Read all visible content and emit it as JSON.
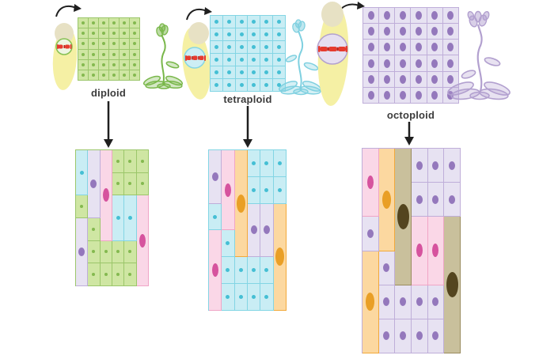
{
  "palette": {
    "green": {
      "fill": "#cfe6a3",
      "border": "#9bc66a",
      "nucleus": "#84b94f",
      "nucleus_size": [
        4,
        4
      ]
    },
    "blue": {
      "fill": "#c9edf4",
      "border": "#83d5e4",
      "nucleus": "#45bfd4",
      "nucleus_size": [
        5,
        5
      ]
    },
    "lavender": {
      "fill": "#e7e2f2",
      "border": "#bfaed9",
      "nucleus": "#9478bc",
      "nucleus_size": [
        8,
        11
      ]
    },
    "pink": {
      "fill": "#fad7e7",
      "border": "#f0a5c6",
      "nucleus": "#d6539e",
      "nucleus_size": [
        8,
        17
      ]
    },
    "orange": {
      "fill": "#fcd8a0",
      "border": "#f2a93b",
      "nucleus": "#e99f26",
      "nucleus_size": [
        11,
        23
      ]
    },
    "khaki": {
      "fill": "#c9c09c",
      "border": "#9a8c60",
      "nucleus": "#54451f",
      "nucleus_size": [
        15,
        32
      ]
    },
    "chromosome": "#e63b2e",
    "chromosome_dark": "#b3261e",
    "cell_body": "#f5f0a4",
    "cell_body_top": "#e7e1c4",
    "arrow": "#1f1f1f",
    "label_color": "#3c3c3c"
  },
  "panels": [
    {
      "label": "diploid",
      "base_color": "green",
      "plant_color": "#79b74a",
      "nucleus_circle_fill": "#eef5e2",
      "nucleus_circle_stroke": "#86c054",
      "tissue_grid": {
        "rows": 6,
        "cols": 6
      },
      "mosaic": {
        "rows": 6,
        "cols": 6,
        "cells": [
          {
            "col": 1,
            "row": 1,
            "rowspan": 2,
            "color": "blue"
          },
          {
            "col": 1,
            "row": 3,
            "rowspan": 1,
            "color": "green"
          },
          {
            "col": 1,
            "row": 4,
            "rowspan": 3,
            "color": "lavender"
          },
          {
            "col": 2,
            "row": 1,
            "rowspan": 3,
            "color": "lavender"
          },
          {
            "col": 2,
            "row": 4,
            "rowspan": 1,
            "color": "green"
          },
          {
            "col": 2,
            "row": 5,
            "rowspan": 1,
            "color": "green"
          },
          {
            "col": 2,
            "row": 6,
            "rowspan": 1,
            "color": "green"
          },
          {
            "col": 3,
            "row": 1,
            "rowspan": 4,
            "color": "pink"
          },
          {
            "col": 3,
            "row": 5,
            "rowspan": 1,
            "color": "green"
          },
          {
            "col": 3,
            "row": 6,
            "rowspan": 1,
            "color": "green"
          },
          {
            "col": 4,
            "row": 1,
            "rowspan": 1,
            "color": "green"
          },
          {
            "col": 4,
            "row": 2,
            "rowspan": 1,
            "color": "green"
          },
          {
            "col": 4,
            "row": 3,
            "rowspan": 2,
            "color": "blue"
          },
          {
            "col": 4,
            "row": 5,
            "rowspan": 1,
            "color": "green"
          },
          {
            "col": 4,
            "row": 6,
            "rowspan": 1,
            "color": "green"
          },
          {
            "col": 5,
            "row": 1,
            "rowspan": 1,
            "color": "green"
          },
          {
            "col": 5,
            "row": 2,
            "rowspan": 1,
            "color": "green"
          },
          {
            "col": 5,
            "row": 3,
            "rowspan": 2,
            "color": "blue"
          },
          {
            "col": 5,
            "row": 5,
            "rowspan": 1,
            "color": "green"
          },
          {
            "col": 5,
            "row": 6,
            "rowspan": 1,
            "color": "green"
          },
          {
            "col": 6,
            "row": 1,
            "rowspan": 1,
            "color": "green"
          },
          {
            "col": 6,
            "row": 2,
            "rowspan": 1,
            "color": "green"
          },
          {
            "col": 6,
            "row": 3,
            "rowspan": 4,
            "color": "pink"
          }
        ]
      }
    },
    {
      "label": "tetraploid",
      "base_color": "blue",
      "plant_color": "#7fd0e0",
      "nucleus_circle_fill": "#cdeef5",
      "nucleus_circle_stroke": "#86d5e4",
      "tissue_grid": {
        "rows": 6,
        "cols": 6
      },
      "mosaic": {
        "rows": 6,
        "cols": 6,
        "cells": [
          {
            "col": 1,
            "row": 1,
            "rowspan": 2,
            "color": "lavender"
          },
          {
            "col": 1,
            "row": 3,
            "rowspan": 1,
            "color": "blue"
          },
          {
            "col": 1,
            "row": 4,
            "rowspan": 3,
            "color": "pink"
          },
          {
            "col": 2,
            "row": 1,
            "rowspan": 3,
            "color": "pink"
          },
          {
            "col": 2,
            "row": 4,
            "rowspan": 1,
            "color": "blue"
          },
          {
            "col": 2,
            "row": 5,
            "rowspan": 1,
            "color": "blue"
          },
          {
            "col": 2,
            "row": 6,
            "rowspan": 1,
            "color": "blue"
          },
          {
            "col": 3,
            "row": 1,
            "rowspan": 4,
            "color": "orange"
          },
          {
            "col": 3,
            "row": 5,
            "rowspan": 1,
            "color": "blue"
          },
          {
            "col": 3,
            "row": 6,
            "rowspan": 1,
            "color": "blue"
          },
          {
            "col": 4,
            "row": 1,
            "rowspan": 1,
            "color": "blue"
          },
          {
            "col": 4,
            "row": 2,
            "rowspan": 1,
            "color": "blue"
          },
          {
            "col": 4,
            "row": 3,
            "rowspan": 2,
            "color": "lavender"
          },
          {
            "col": 4,
            "row": 5,
            "rowspan": 1,
            "color": "blue"
          },
          {
            "col": 4,
            "row": 6,
            "rowspan": 1,
            "color": "blue"
          },
          {
            "col": 5,
            "row": 1,
            "rowspan": 1,
            "color": "blue"
          },
          {
            "col": 5,
            "row": 2,
            "rowspan": 1,
            "color": "blue"
          },
          {
            "col": 5,
            "row": 3,
            "rowspan": 2,
            "color": "lavender"
          },
          {
            "col": 5,
            "row": 5,
            "rowspan": 1,
            "color": "blue"
          },
          {
            "col": 5,
            "row": 6,
            "rowspan": 1,
            "color": "blue"
          },
          {
            "col": 6,
            "row": 1,
            "rowspan": 1,
            "color": "blue"
          },
          {
            "col": 6,
            "row": 2,
            "rowspan": 1,
            "color": "blue"
          },
          {
            "col": 6,
            "row": 3,
            "rowspan": 4,
            "color": "orange"
          }
        ]
      }
    },
    {
      "label": "octoploid",
      "base_color": "lavender",
      "plant_color": "#b2a0cf",
      "nucleus_circle_fill": "#e6dff0",
      "nucleus_circle_stroke": "#b3a1ce",
      "tissue_grid": {
        "rows": 6,
        "cols": 6
      },
      "mosaic": {
        "rows": 6,
        "cols": 6,
        "cells": [
          {
            "col": 1,
            "row": 1,
            "rowspan": 2,
            "color": "pink"
          },
          {
            "col": 1,
            "row": 3,
            "rowspan": 1,
            "color": "lavender"
          },
          {
            "col": 1,
            "row": 4,
            "rowspan": 3,
            "color": "orange"
          },
          {
            "col": 2,
            "row": 1,
            "rowspan": 3,
            "color": "orange"
          },
          {
            "col": 2,
            "row": 4,
            "rowspan": 1,
            "color": "lavender"
          },
          {
            "col": 2,
            "row": 5,
            "rowspan": 1,
            "color": "lavender"
          },
          {
            "col": 2,
            "row": 6,
            "rowspan": 1,
            "color": "lavender"
          },
          {
            "col": 3,
            "row": 1,
            "rowspan": 4,
            "color": "khaki"
          },
          {
            "col": 3,
            "row": 5,
            "rowspan": 1,
            "color": "lavender"
          },
          {
            "col": 3,
            "row": 6,
            "rowspan": 1,
            "color": "lavender"
          },
          {
            "col": 4,
            "row": 1,
            "rowspan": 1,
            "color": "lavender"
          },
          {
            "col": 4,
            "row": 2,
            "rowspan": 1,
            "color": "lavender"
          },
          {
            "col": 4,
            "row": 3,
            "rowspan": 2,
            "color": "pink"
          },
          {
            "col": 4,
            "row": 5,
            "rowspan": 1,
            "color": "lavender"
          },
          {
            "col": 4,
            "row": 6,
            "rowspan": 1,
            "color": "lavender"
          },
          {
            "col": 5,
            "row": 1,
            "rowspan": 1,
            "color": "lavender"
          },
          {
            "col": 5,
            "row": 2,
            "rowspan": 1,
            "color": "lavender"
          },
          {
            "col": 5,
            "row": 3,
            "rowspan": 2,
            "color": "pink"
          },
          {
            "col": 5,
            "row": 5,
            "rowspan": 1,
            "color": "lavender"
          },
          {
            "col": 5,
            "row": 6,
            "rowspan": 1,
            "color": "lavender"
          },
          {
            "col": 6,
            "row": 1,
            "rowspan": 1,
            "color": "lavender"
          },
          {
            "col": 6,
            "row": 2,
            "rowspan": 1,
            "color": "lavender"
          },
          {
            "col": 6,
            "row": 3,
            "rowspan": 4,
            "color": "khaki"
          }
        ]
      }
    }
  ]
}
